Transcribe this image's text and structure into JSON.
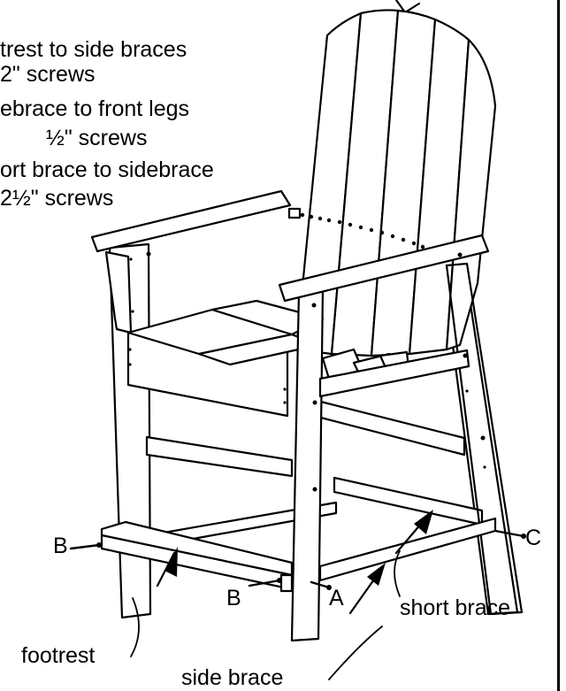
{
  "instructions": [
    {
      "text": "trest to side braces"
    },
    {
      "text": "2\" screws"
    },
    {
      "text": "ebrace to front legs"
    },
    {
      "text": "½\" screws"
    },
    {
      "text": "ort brace to sidebrace"
    },
    {
      "text": "2½\" screws"
    }
  ],
  "callouts": {
    "screw_b_left": "B",
    "screw_b_front": "B",
    "screw_a": "A",
    "screw_c": "C"
  },
  "parts": {
    "footrest": "footrest",
    "side_brace": "side brace",
    "short_brace": "short brace"
  }
}
